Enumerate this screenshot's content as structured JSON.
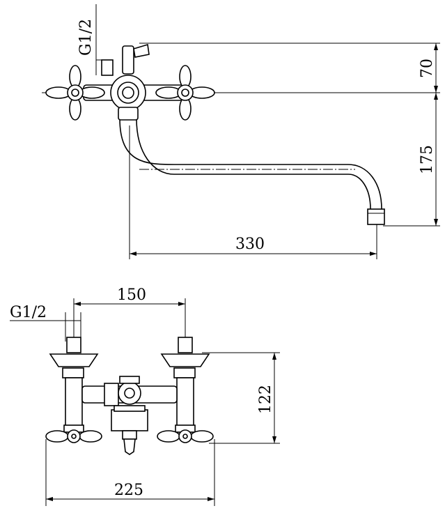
{
  "top_view": {
    "thread_label": "G1/2",
    "dim_height_upper": "70",
    "dim_height_lower": "175",
    "dim_spout_reach": "330"
  },
  "front_view": {
    "thread_label": "G1/2",
    "dim_center_distance": "150",
    "dim_height": "122",
    "dim_overall_width": "225"
  }
}
